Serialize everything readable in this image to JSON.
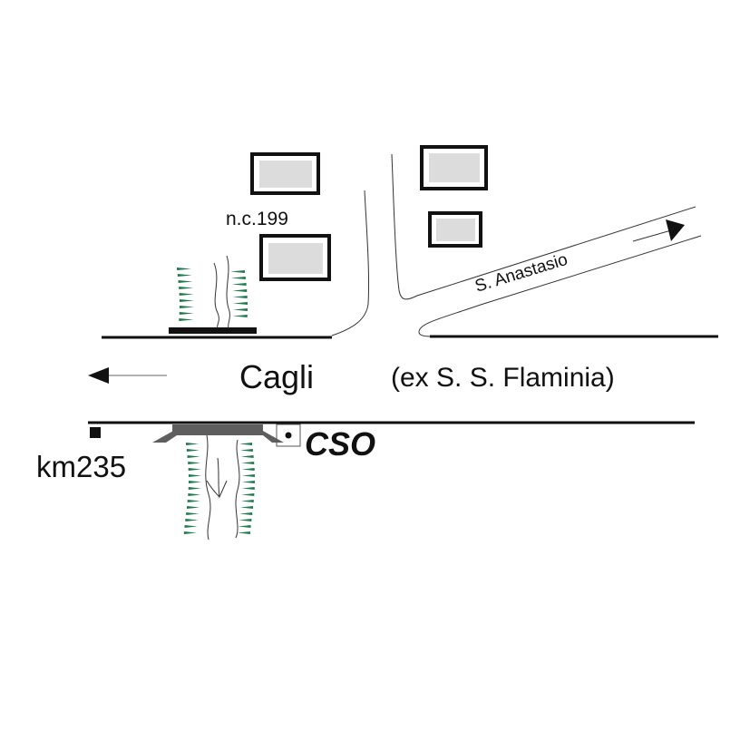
{
  "map": {
    "labels": {
      "house_number": "n.c.199",
      "side_road": "S. Anastasio",
      "direction_town": "Cagli",
      "road_name": "(ex S. S. Flaminia)",
      "kilometer_marker": "km235",
      "site_code": "CSO"
    },
    "colors": {
      "road_line": "#111111",
      "building_fill": "#dcdcdc",
      "vegetation": "#1f7a4d",
      "bridge": "#5e5e5e"
    },
    "icons": [
      "arrow-left-icon",
      "arrow-right-icon",
      "km-marker-icon",
      "site-point-icon"
    ]
  }
}
